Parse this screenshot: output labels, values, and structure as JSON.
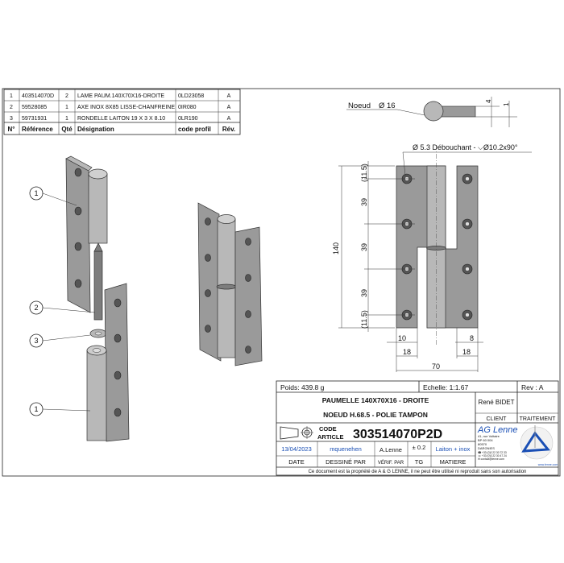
{
  "parts_table": {
    "headers": {
      "num": "N°",
      "ref": "Référence",
      "qty": "Qté",
      "designation": "Désignation",
      "code": "code profil",
      "rev": "Rév."
    },
    "rows": [
      {
        "num": "1",
        "ref": "403514070D",
        "qty": "2",
        "designation": "LAME PAUM.140X70X16-DROITE",
        "code": "0LD23058",
        "rev": "A"
      },
      {
        "num": "2",
        "ref": "59528085",
        "qty": "1",
        "designation": "AXE INOX 8X85 LISSE-CHANFREINE",
        "code": "0IR080",
        "rev": "A"
      },
      {
        "num": "3",
        "ref": "59731931",
        "qty": "1",
        "designation": "RONDELLE LAITON 19 X 3 X 8.10",
        "code": "0LR190",
        "rev": "A"
      }
    ]
  },
  "callouts": [
    "1",
    "2",
    "3",
    "1"
  ],
  "dimensions": {
    "noeud": "Noeud",
    "noeud_dia": "Ø 16",
    "thick_4": "4",
    "thick_1": "1",
    "hole_note": "Ø 5.3 Débouchant - ⌵Ø10.2x90°",
    "height_total": "140",
    "top_offset": "(11.5)",
    "pitch1": "39",
    "pitch2": "39",
    "pitch3": "39",
    "bottom_offset": "(11.5)",
    "left_hole": "10",
    "right_hole": "8",
    "left_width": "18",
    "right_width": "18",
    "total_width": "70"
  },
  "title_block": {
    "weight": "Poids: 439.8 g",
    "scale": "Echelle: 1:1.67",
    "rev": "Rev : A",
    "title_line1": "PAUMELLE 140X70X16 - DROITE",
    "title_line2": "NOEUD H.68.5 - POLIE TAMPON",
    "client_value": "René BIDET",
    "client_label": "CLIENT",
    "treatment_value": "",
    "treatment_label": "TRAITEMENT",
    "code_label1": "CODE",
    "code_label2": "ARTICLE",
    "code_article": "303514070P2D",
    "date": "13/04/2023",
    "drawn_by": "mquenehen",
    "checked_by": "A.Lenne",
    "tolerance": "± 0.2",
    "material": "Laiton + inox",
    "date_label": "DATE",
    "drawn_label": "DESSINÉ PAR",
    "checked_label": "VÉRIF. PAR",
    "tol_label": "TG",
    "material_label": "MATIERE",
    "company_logo": "AG Lenne",
    "company_address": [
      "41, rue Voltaire",
      "BP 60 004",
      "80570",
      "DARGNIES"
    ],
    "company_contact": [
      "☎ +33 (0)3 22 30 72 33",
      "☏ +33 (0)3 22 30 47 24",
      "✉ contact@lenne.com"
    ],
    "website": "www.lenne.com",
    "footer": "Ce document est la propriété de A & G LENNE, il ne peut être utilisé ni reproduit sans son autorisation"
  },
  "colors": {
    "blue_text": "#1a4fb5",
    "metal": "#9a9a9a"
  }
}
